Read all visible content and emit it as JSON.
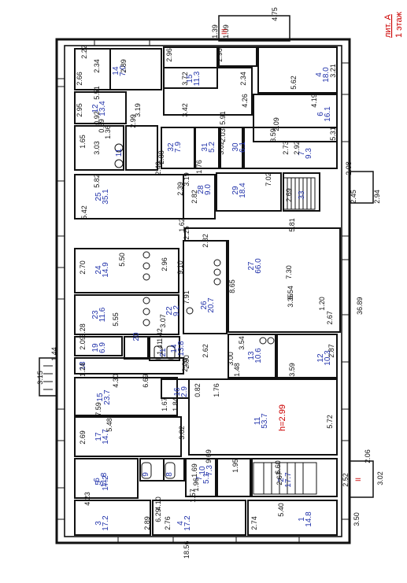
{
  "title": {
    "line1": "лит. А",
    "line2": "1 этаж"
  },
  "height_note": "h=2.99",
  "stair_marks": [
    "III",
    "II"
  ],
  "overall": {
    "length": "36.89",
    "width": "18.56"
  },
  "rooms": [
    {
      "no": "1",
      "area": "14.8"
    },
    {
      "no": "2",
      "area": "17.7"
    },
    {
      "no": "3",
      "area": "17.2"
    },
    {
      "no": "4",
      "area": "17.2"
    },
    {
      "no": "4",
      "area": "18.0"
    },
    {
      "no": "5",
      "area": "17.2"
    },
    {
      "no": "6",
      "area": "16.1"
    },
    {
      "no": "6",
      "area": "11.8"
    },
    {
      "no": "7",
      "area": "5.1"
    },
    {
      "no": "7",
      "area": "9.3"
    },
    {
      "no": "8",
      "area": ""
    },
    {
      "no": "9",
      "area": ""
    },
    {
      "no": "10",
      "area": "7.3"
    },
    {
      "no": "11",
      "area": "53.7"
    },
    {
      "no": "11",
      "area": ""
    },
    {
      "no": "12",
      "area": "10.3"
    },
    {
      "no": "12",
      "area": "13.4"
    },
    {
      "no": "13",
      "area": "10.6"
    },
    {
      "no": "14",
      "area": "7.0"
    },
    {
      "no": "14",
      "area": "13.8"
    },
    {
      "no": "15",
      "area": "11.3"
    },
    {
      "no": "15",
      "area": "23.7"
    },
    {
      "no": "16",
      "area": "2.9"
    },
    {
      "no": "17",
      "area": "14.7"
    },
    {
      "no": "18",
      "area": ""
    },
    {
      "no": "19",
      "area": "6.9"
    },
    {
      "no": "20",
      "area": ""
    },
    {
      "no": "21",
      "area": ""
    },
    {
      "no": "22",
      "area": "9.2"
    },
    {
      "no": "23",
      "area": "11.6"
    },
    {
      "no": "24",
      "area": "14.9"
    },
    {
      "no": "25",
      "area": "35.1"
    },
    {
      "no": "26",
      "area": "20.7"
    },
    {
      "no": "27",
      "area": "66.0"
    },
    {
      "no": "28",
      "area": "9.0"
    },
    {
      "no": "29",
      "area": "18.4"
    },
    {
      "no": "30",
      "area": "6.1"
    },
    {
      "no": "31",
      "area": "5.2"
    },
    {
      "no": "32",
      "area": "7.9"
    },
    {
      "no": "33",
      "area": ""
    }
  ],
  "dims": [
    "4.75",
    "1.39",
    "1.09",
    "2.22",
    "2.66",
    "2.34",
    "2.89",
    "2.96",
    "2.96",
    "5.62",
    "3.21",
    "2.95",
    "5.51",
    "0.92",
    "3.72",
    "2.34",
    "3.42",
    "4.26",
    "3.19",
    "0.89",
    "2.99",
    "5.91",
    "4.19",
    "2.09",
    "5.31",
    "1.65",
    "3.03",
    "1.36",
    "2.88",
    "2.46",
    "1.76",
    "3.02",
    "2.03",
    "3.59",
    "2.73",
    "2.92",
    "5.82",
    "3.19",
    "2.39",
    "2.82",
    "7.02",
    "2.69",
    "2.08",
    "2.45",
    "2.94",
    "5.42",
    "1.62",
    "2.25",
    "2.82",
    "5.81",
    "5.50",
    "2.70",
    "2.96",
    "9.10",
    "8.65",
    "7.30",
    "5.54",
    "7.91",
    "5.55",
    "3.07",
    "3.35",
    "1.20",
    "2.67",
    "3.28",
    "1.42",
    "2.09",
    "1.41",
    "2.62",
    "3.54",
    "3.00",
    "2.87",
    "1.44",
    "3.15",
    "1.24",
    "4.30",
    "6.69",
    "2.80",
    "2.20",
    "1.48",
    "3.59",
    "1.76",
    "0.82",
    "7.59",
    "1.67",
    "1.84",
    "5.48",
    "3.82",
    "2.69",
    "5.72",
    "9.69",
    "2.06",
    "1.95",
    "6.60",
    "2.67",
    "2.52",
    "3.02",
    "4.23",
    "4.10",
    "1.96",
    "1.69",
    "1.57",
    "6.29",
    "5.40",
    "2.89",
    "2.76",
    "2.74",
    "3.50"
  ]
}
